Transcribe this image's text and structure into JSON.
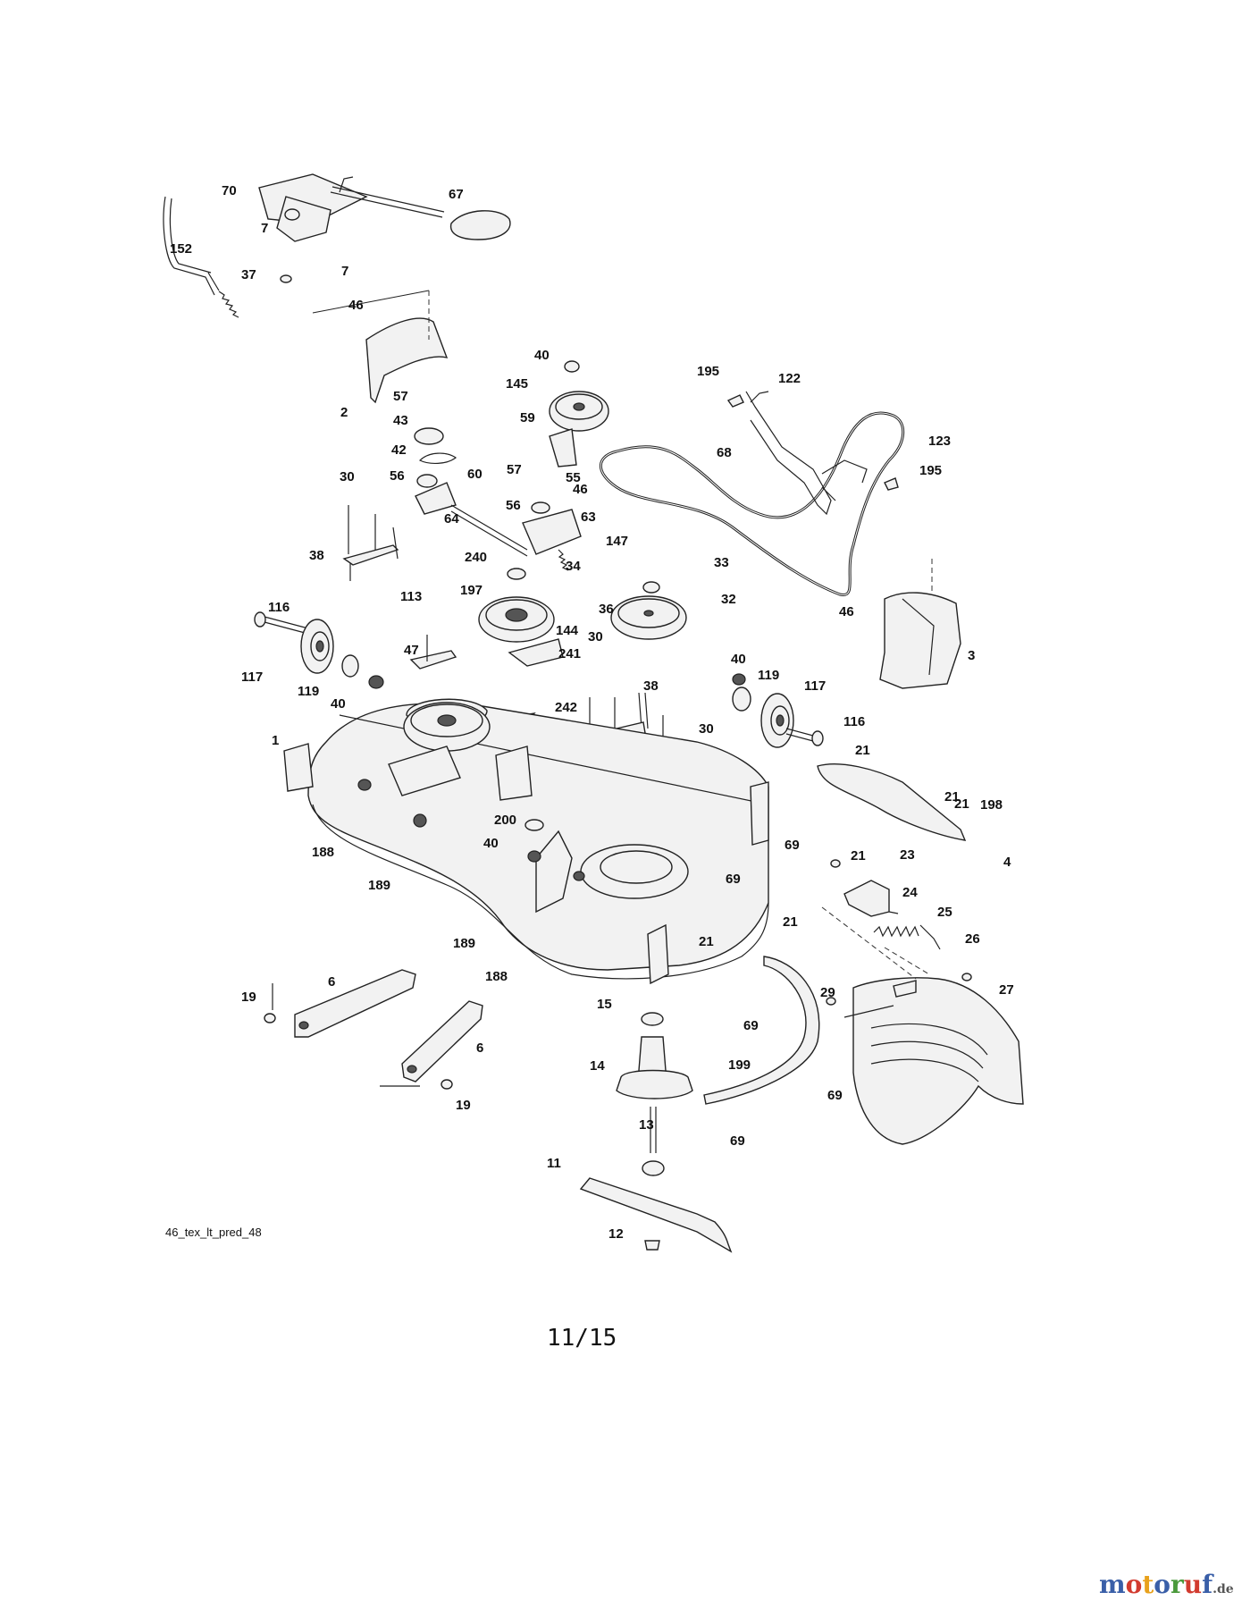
{
  "diagram": {
    "image_ref": "46_tex_lt_pred_48",
    "page_number": "11/15",
    "watermark": {
      "letters": [
        {
          "ch": "m",
          "color": "#3a5fa8"
        },
        {
          "ch": "o",
          "color": "#d23b2f"
        },
        {
          "ch": "t",
          "color": "#e8a11c"
        },
        {
          "ch": "o",
          "color": "#3a5fa8"
        },
        {
          "ch": "r",
          "color": "#4b9a3c"
        },
        {
          "ch": "u",
          "color": "#d23b2f"
        },
        {
          "ch": "f",
          "color": "#3a5fa8"
        }
      ],
      "suffix": ".de"
    },
    "labels": [
      "70",
      "67",
      "7",
      "152",
      "7",
      "37",
      "46",
      "2",
      "40",
      "145",
      "57",
      "43",
      "59",
      "42",
      "56",
      "60",
      "57",
      "55",
      "46",
      "56",
      "63",
      "64",
      "30",
      "147",
      "34",
      "240",
      "38",
      "33",
      "197",
      "36",
      "32",
      "144",
      "113",
      "241",
      "47",
      "116",
      "117",
      "119",
      "40",
      "30",
      "38",
      "242",
      "1",
      "30",
      "195",
      "122",
      "68",
      "123",
      "195",
      "46",
      "3",
      "40",
      "119",
      "117",
      "116",
      "21",
      "21",
      "198",
      "21",
      "69",
      "4",
      "21",
      "23",
      "24",
      "25",
      "200",
      "40",
      "188",
      "189",
      "69",
      "189",
      "188",
      "21",
      "21",
      "26",
      "27",
      "29",
      "6",
      "19",
      "6",
      "19",
      "15",
      "14",
      "69",
      "199",
      "69",
      "13",
      "69",
      "11",
      "12"
    ]
  }
}
